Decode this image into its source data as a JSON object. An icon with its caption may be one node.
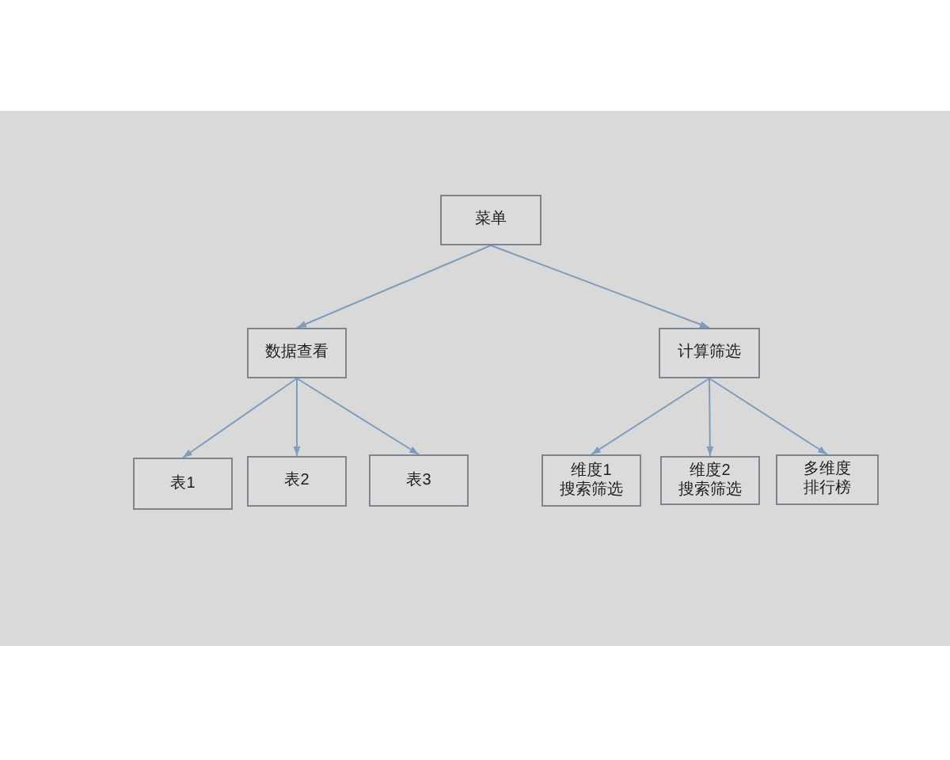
{
  "diagram": {
    "nodes": [
      {
        "text": [
          "菜单"
        ]
      },
      {
        "text": [
          "数据查看"
        ]
      },
      {
        "text": [
          "计算筛选"
        ]
      },
      {
        "text": [
          "表1"
        ]
      },
      {
        "text": [
          "表2"
        ]
      },
      {
        "text": [
          "表3"
        ]
      },
      {
        "text": [
          "维度1搜索筛选"
        ]
      },
      {
        "text": [
          "维度2搜索筛选"
        ]
      },
      {
        "text": [
          "多维度排行榜"
        ]
      }
    ],
    "edges": [
      {
        "from": 0,
        "to": 1,
        "arrow": "to"
      },
      {
        "from": 0,
        "to": 2,
        "arrow": "to"
      },
      {
        "from": 1,
        "to": 3,
        "arrow": "to"
      },
      {
        "from": 1,
        "to": 4,
        "arrow": "to"
      },
      {
        "from": 1,
        "to": 5,
        "arrow": "to"
      },
      {
        "from": 2,
        "to": 6,
        "arrow": "to"
      },
      {
        "from": 2,
        "to": 7,
        "arrow": "to"
      },
      {
        "from": 2,
        "to": 8,
        "arrow": "to"
      }
    ]
  }
}
